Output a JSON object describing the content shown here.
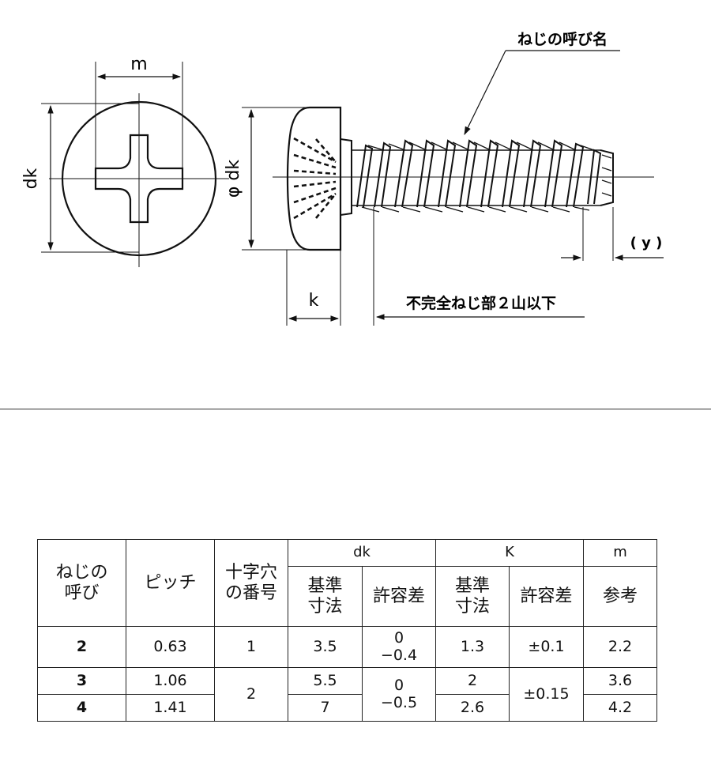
{
  "drawing": {
    "labels": {
      "m": "m",
      "dk": "dk",
      "phi_dk": "φ dk",
      "k": "k",
      "y": "( y )",
      "thread_name": "ねじの呼び名",
      "incomplete_thread": "不完全ねじ部２山以下"
    }
  },
  "table": {
    "headers": {
      "nominal": "ねじの\n呼び",
      "pitch": "ピッチ",
      "cross_recess": "十字穴\nの番号",
      "dk": "dk",
      "k": "K",
      "m": "m",
      "dk_basic": "基準\n寸法",
      "dk_tol": "許容差",
      "k_basic": "基準\n寸法",
      "k_tol": "許容差",
      "m_ref": "参考"
    },
    "rows": [
      {
        "nominal": "2",
        "pitch": "0.63",
        "cross": "1",
        "dk": "3.5",
        "dk_tol": "0\n−0.4",
        "k": "1.3",
        "k_tol": "±0.1",
        "m": "2.2"
      },
      {
        "nominal": "3",
        "pitch": "1.06",
        "cross": "2",
        "dk": "5.5",
        "dk_tol": "0\n−0.5",
        "k": "2",
        "k_tol": "±0.15",
        "m": "3.6"
      },
      {
        "nominal": "4",
        "pitch": "1.41",
        "cross": "",
        "dk": "7",
        "dk_tol": "",
        "k": "2.6",
        "k_tol": "",
        "m": "4.2"
      }
    ]
  }
}
